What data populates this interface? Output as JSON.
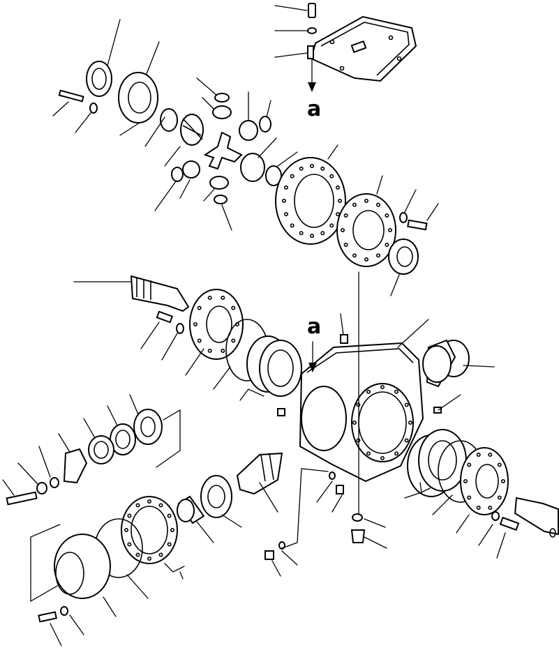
{
  "diagram": {
    "view_labels": [
      {
        "id": "a_top",
        "text": "a"
      },
      {
        "id": "a_mid",
        "text": "a"
      }
    ]
  }
}
